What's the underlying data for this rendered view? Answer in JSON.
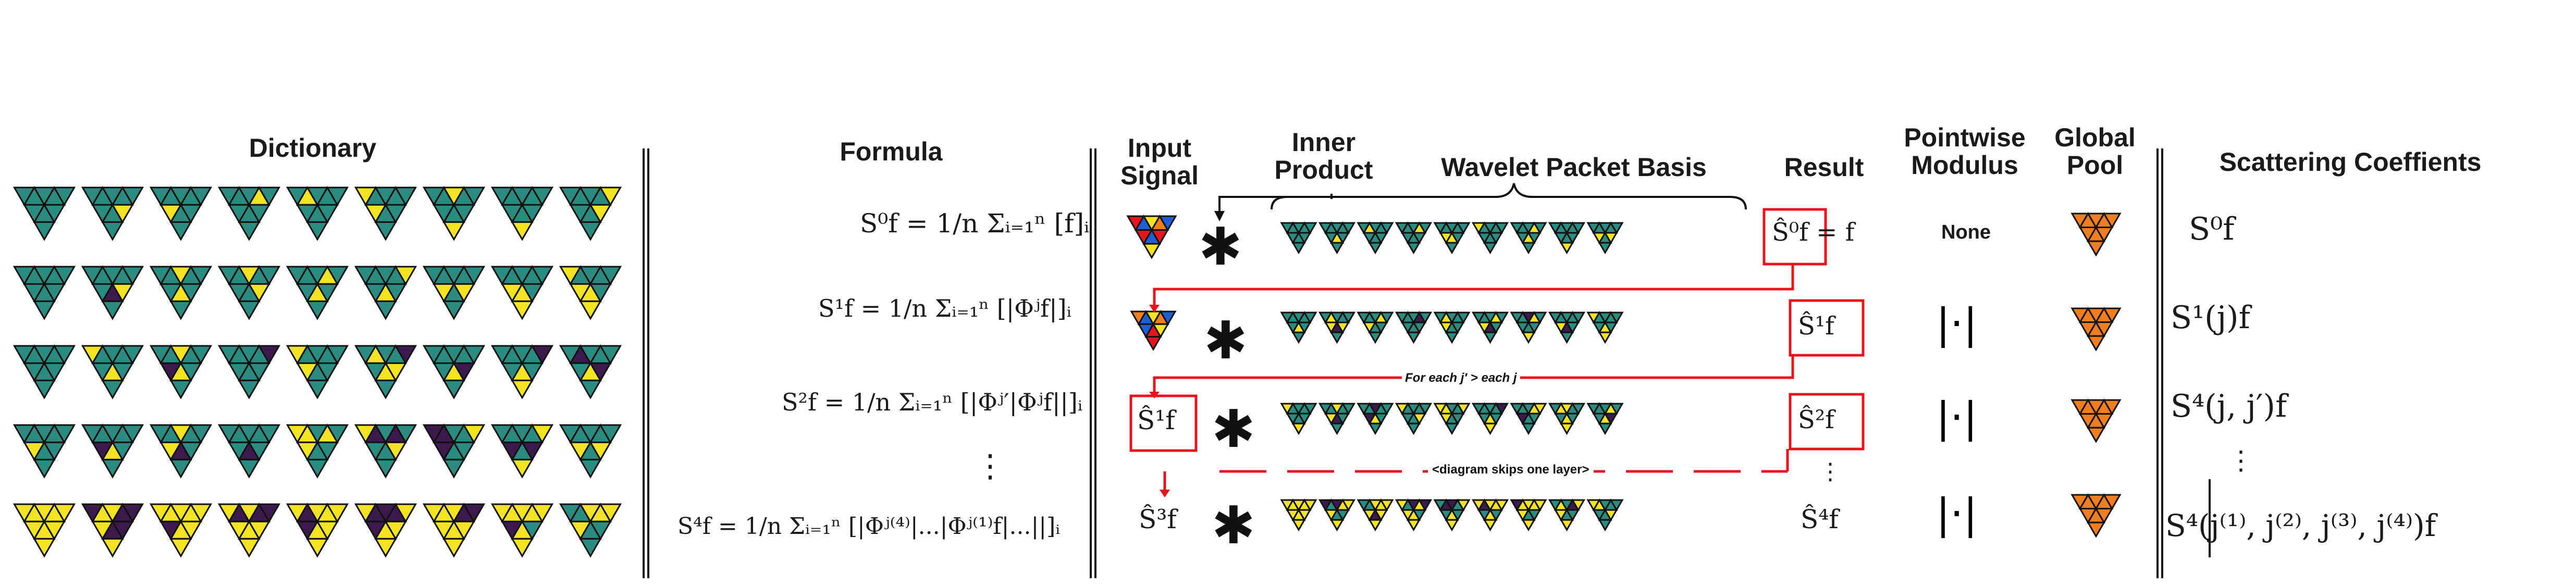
{
  "colors": {
    "teal": "#2a8c80",
    "yellow": "#f3e322",
    "purple": "#3d1a4e",
    "orange": "#f07d1e",
    "red": "#e8141c",
    "blue": "#1f5fd6",
    "accent_line": "#e8141c"
  },
  "headers": {
    "dictionary": "Dictionary",
    "formula": "Formula",
    "input_signal": "Input Signal",
    "inner_product": "Inner Product",
    "wavelet_packet_basis": "Wavelet Packet Basis",
    "result": "Result",
    "pointwise_modulus": "Pointwise Modulus",
    "global_pool": "Global Pool",
    "scattering_coefficients": "Scattering Coeffients"
  },
  "formulas": [
    "S⁰f = 1/n Σᵢ₌₁ⁿ [f]ᵢ",
    "S¹f = 1/n Σᵢ₌₁ⁿ [|Φʲf|]ᵢ",
    "S²f = 1/n Σᵢ₌₁ⁿ [|Φʲ′|Φʲf||]ᵢ",
    "S⁴f = 1/n Σᵢ₌₁ⁿ [|Φʲ⁽⁴⁾|...|Φʲ⁽¹⁾f|...||]ᵢ"
  ],
  "formula_ellipsis": "⋮",
  "row_inputs": [
    "",
    "",
    "Ŝ¹f",
    "Ŝ³f"
  ],
  "results": [
    "Ŝ⁰f = f",
    "Ŝ¹f",
    "Ŝ²f",
    "Ŝ⁴f"
  ],
  "result_ellipsis": "⋮",
  "modulus": [
    "None",
    "|·|",
    "|·|",
    "|·|"
  ],
  "coefficients": [
    "S⁰f",
    "S¹(j)f",
    "S⁴(j, j′)f",
    "S⁴(j⁽¹⁾, j⁽²⁾, j⁽³⁾, j⁽⁴⁾)f"
  ],
  "coefficient_ellipsis": "⋮",
  "convolution_symbol": "✱",
  "annotations": {
    "for_each": "For each j′ > each j",
    "skips": "<diagram skips one layer>"
  },
  "icons": [
    "triangle-mesh-icon",
    "brace-icon",
    "arrow-icon"
  ]
}
